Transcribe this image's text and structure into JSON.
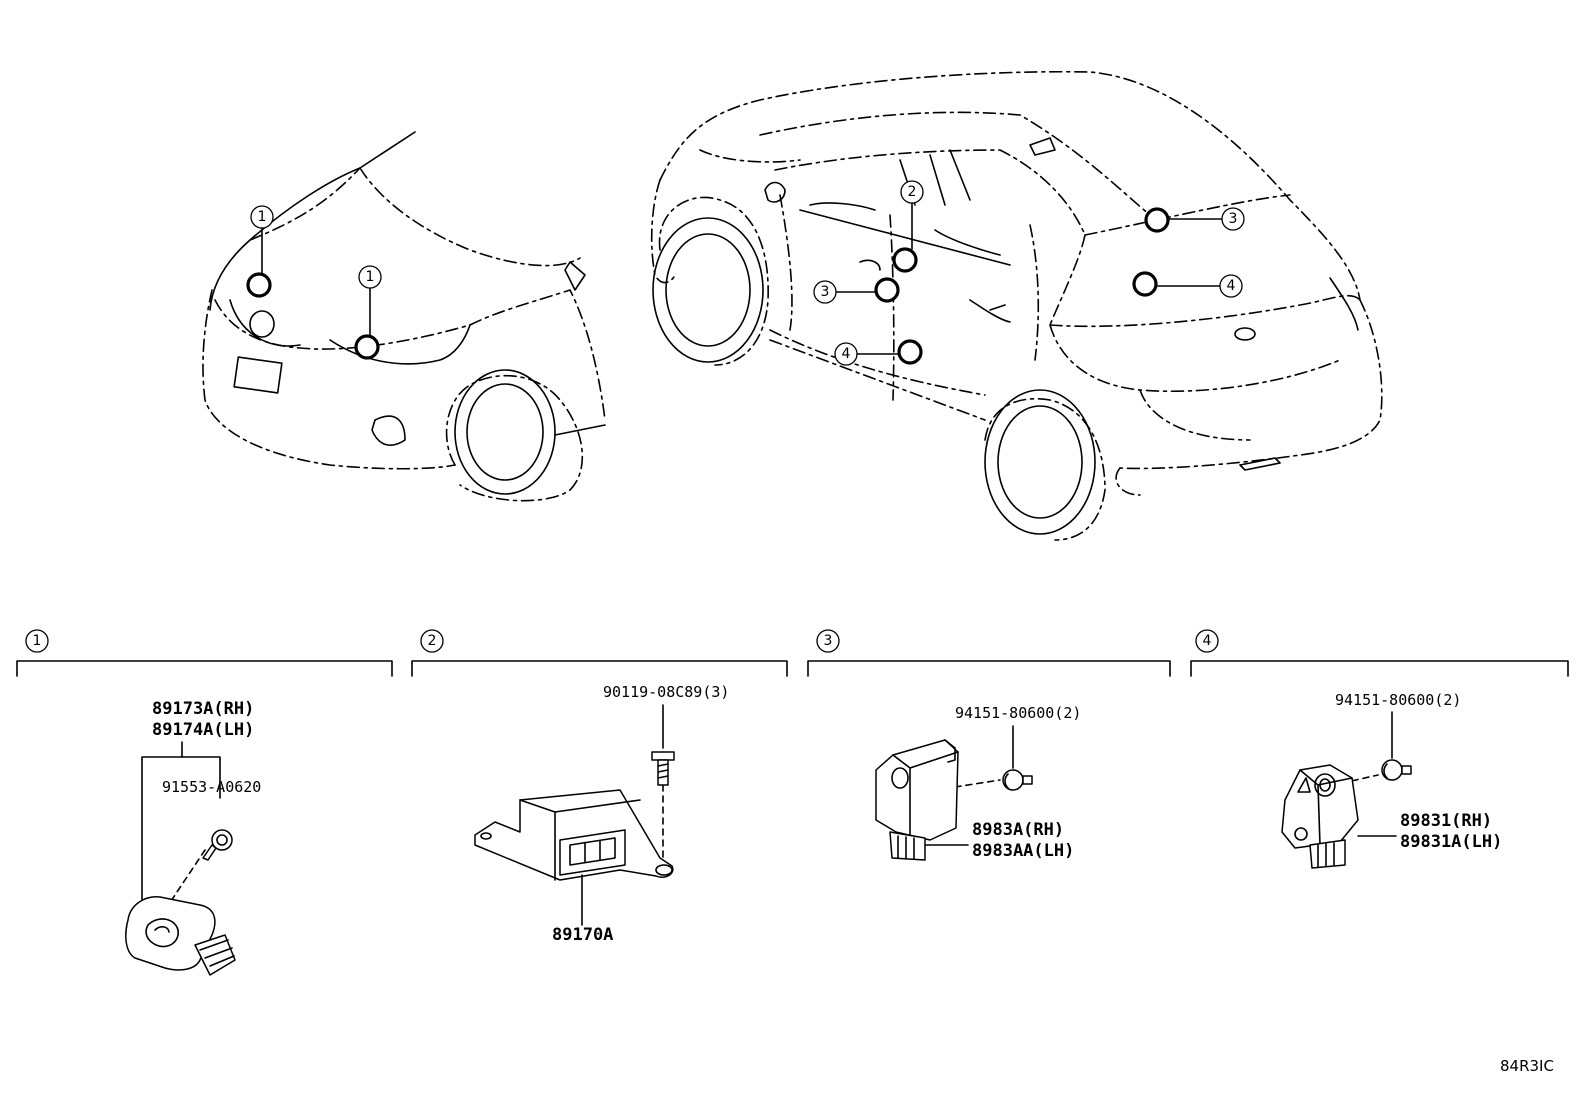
{
  "callout_numbers": {
    "c1": "1",
    "c2": "2",
    "c3": "3",
    "c4": "4"
  },
  "sections": [
    {
      "id": "1",
      "parts": [
        "89173A(RH)",
        "89174A(LH)",
        "91553-A0620"
      ]
    },
    {
      "id": "2",
      "parts": [
        "90119-08C89(3)",
        "89170A"
      ]
    },
    {
      "id": "3",
      "parts": [
        "94151-80600(2)",
        "8983A(RH)",
        "8983AA(LH)"
      ]
    },
    {
      "id": "4",
      "parts": [
        "94151-80600(2)",
        "89831(RH)",
        "89831A(LH)"
      ]
    }
  ],
  "reference_code": "84R3IC"
}
